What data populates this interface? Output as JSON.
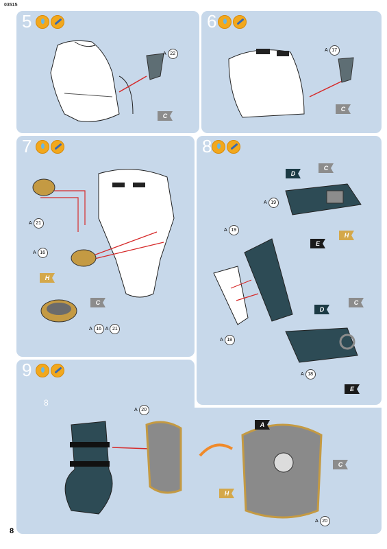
{
  "doc_code": "03515",
  "page_number": "8",
  "steps": [
    {
      "num": "5",
      "callouts": [
        "A",
        "22"
      ],
      "flags": [
        "C"
      ]
    },
    {
      "num": "6",
      "callouts": [
        "A",
        "17"
      ],
      "flags": [
        "C"
      ]
    },
    {
      "num": "7",
      "callouts": [
        "A",
        "21",
        "16"
      ],
      "flags": [
        "H",
        "C"
      ]
    },
    {
      "num": "8",
      "callouts": [
        "A",
        "19",
        "18"
      ],
      "flags": [
        "D",
        "C",
        "E",
        "H"
      ]
    },
    {
      "num": "9",
      "ref": "8",
      "callouts": [
        "A",
        "20"
      ],
      "flags": [
        "A",
        "C",
        "H"
      ]
    }
  ],
  "colors": {
    "panel": "#c7d8ea",
    "paint_orange": "#f2a81d",
    "flag_c": "#8c8c8c",
    "flag_d": "#1b3a44",
    "flag_h": "#d4a84a",
    "arrow_red": "#d62a2a",
    "arrow_orange": "#f08a2a"
  }
}
